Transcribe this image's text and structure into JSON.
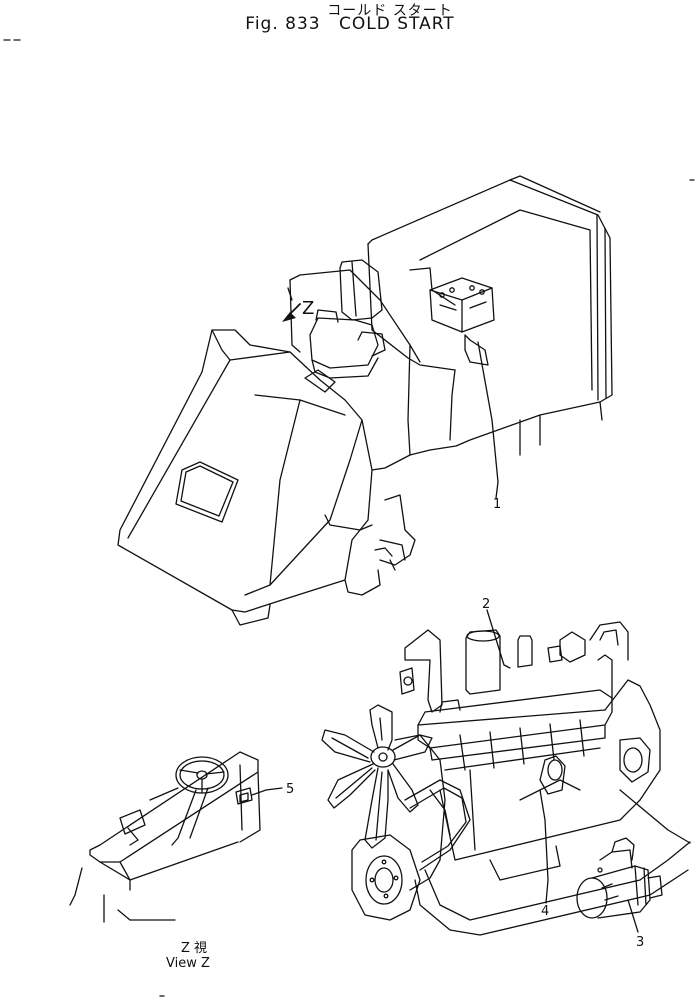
{
  "header": {
    "jp_title": "コールド スタート",
    "fig_label": "Fig. 833",
    "title": "COLD START"
  },
  "view": {
    "marker": "Z",
    "jp_label": "Z 視",
    "label": "View Z"
  },
  "callouts": [
    "1",
    "2",
    "3",
    "4",
    "5"
  ]
}
